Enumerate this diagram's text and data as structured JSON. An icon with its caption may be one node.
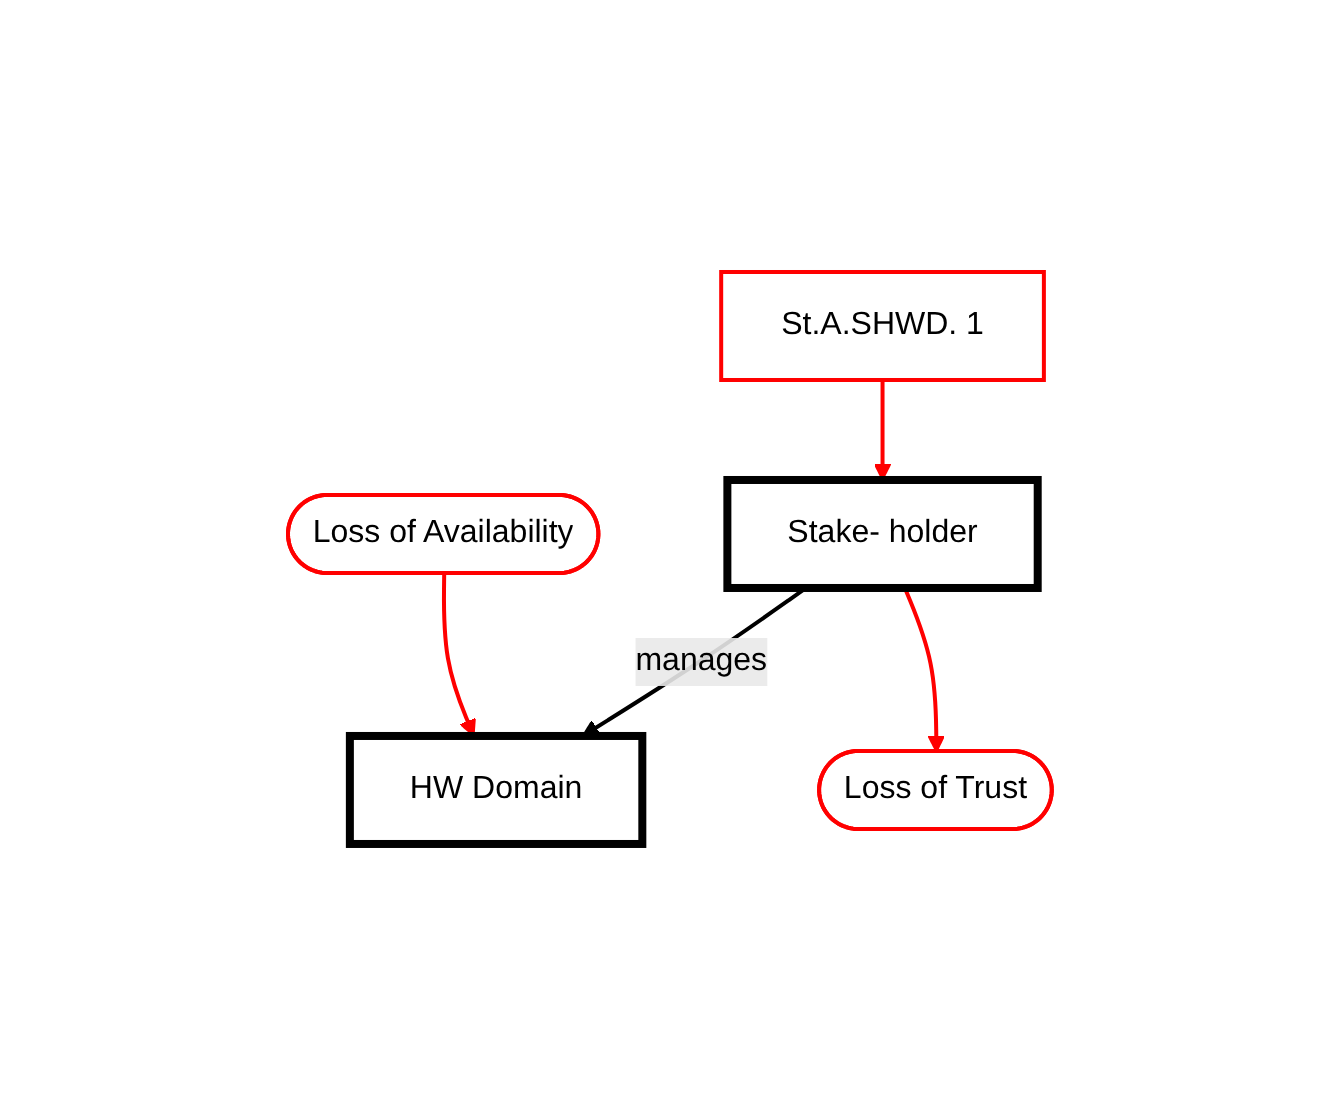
{
  "diagram": {
    "nodes": [
      {
        "text": [
          "St.A.SHWD. 1"
        ]
      },
      {
        "text": [
          "Stake- holder"
        ]
      },
      {
        "text": [
          "HW Domain"
        ]
      },
      {
        "text": [
          "Loss of Trust"
        ]
      },
      {
        "text": [
          "Loss of Availability"
        ]
      }
    ],
    "edges": [
      {
        "from": 0,
        "to": 1,
        "arrow": "to"
      },
      {
        "from": 1,
        "to": 2,
        "arrow": "to",
        "label": "manages",
        "color": "#000000"
      },
      {
        "from": 1,
        "to": 3,
        "arrow": "to"
      },
      {
        "from": 4,
        "to": 2,
        "arrow": "to"
      }
    ]
  }
}
